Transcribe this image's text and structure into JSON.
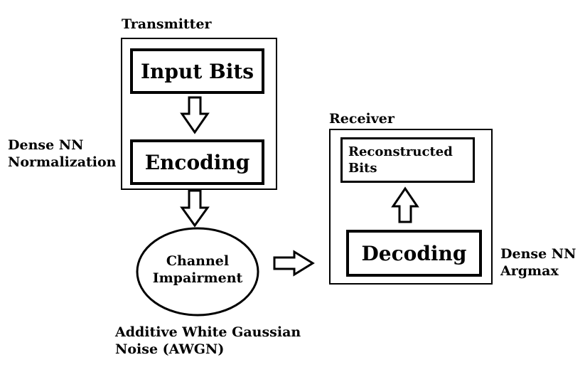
{
  "transmitter": {
    "title": "Transmitter",
    "input_block": "Input Bits",
    "encoding_block": "Encoding",
    "side_label_line1": "Dense NN",
    "side_label_line2": "Normalization"
  },
  "channel": {
    "label_line1": "Channel",
    "label_line2": "Impairment",
    "caption_line1": "Additive White Gaussian",
    "caption_line2": "Noise (AWGN)"
  },
  "receiver": {
    "title": "Receiver",
    "output_block_line1": "Reconstructed",
    "output_block_line2": "Bits",
    "decoding_block": "Decoding",
    "side_label_line1": "Dense NN",
    "side_label_line2": "Argmax"
  }
}
